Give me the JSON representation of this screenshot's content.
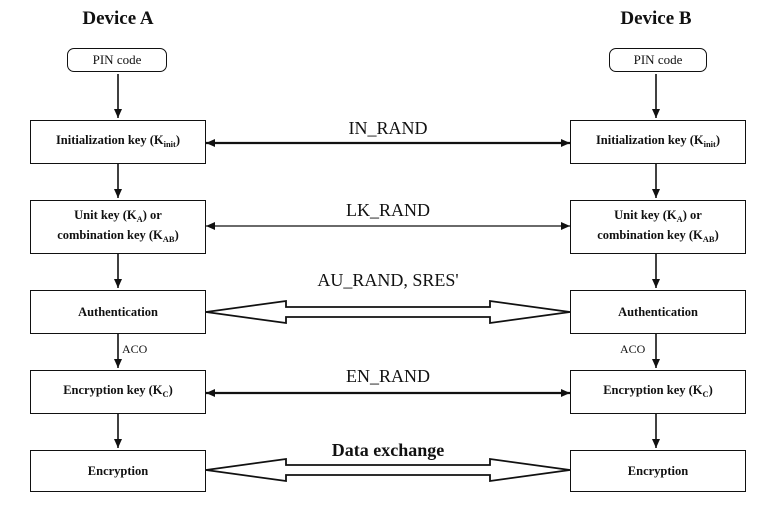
{
  "devices": {
    "a": {
      "title": "Device A"
    },
    "b": {
      "title": "Device B"
    }
  },
  "pin_code": "PIN code",
  "boxes": {
    "init": {
      "text": "Initialization key (K",
      "sub": "init",
      "close": ")"
    },
    "unit": {
      "line1_text": "Unit key (K",
      "line1_sub": "A",
      "line1_close": ") or",
      "line2_text": "combination key (K",
      "line2_sub": "AB",
      "line2_close": ")"
    },
    "auth": {
      "text": "Authentication"
    },
    "enc_key": {
      "text": "Encryption key (K",
      "sub": "C",
      "close": ")"
    },
    "enc": {
      "text": "Encryption"
    }
  },
  "exchange_labels": {
    "in_rand": "IN_RAND",
    "lk_rand": "LK_RAND",
    "au_rand": "AU_RAND, SRES'",
    "en_rand": "EN_RAND",
    "data": "Data exchange"
  },
  "aco": "ACO"
}
